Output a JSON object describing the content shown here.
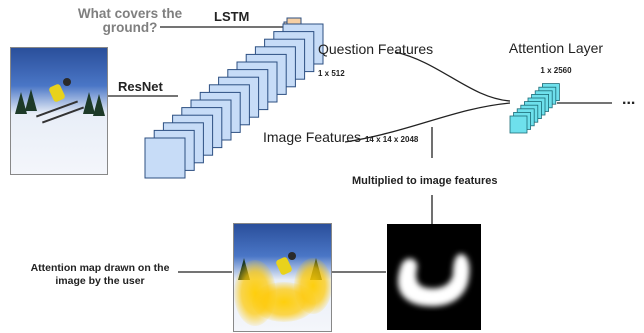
{
  "question": "What covers the ground?",
  "lstm_label": "LSTM",
  "resnet_label": "ResNet",
  "question_features": {
    "label": "Question Features",
    "dim": "1 x 512"
  },
  "image_features": {
    "label": "Image Features",
    "dim": "14 x 14 x 2048"
  },
  "attention_layer": {
    "label": "Attention Layer",
    "dim": "1 x 2560"
  },
  "ellipsis": "...",
  "multiplied_label": "Multiplied to image features",
  "attention_map_label": "Attention map drawn on the image by the user",
  "colors": {
    "feature_fill": "#c7dcf7",
    "feature_stroke": "#2c4f82",
    "lstm_fill": "#f6cfa3",
    "attention_fill": "#6ee0ec",
    "attention_stroke": "#1c6b77"
  }
}
